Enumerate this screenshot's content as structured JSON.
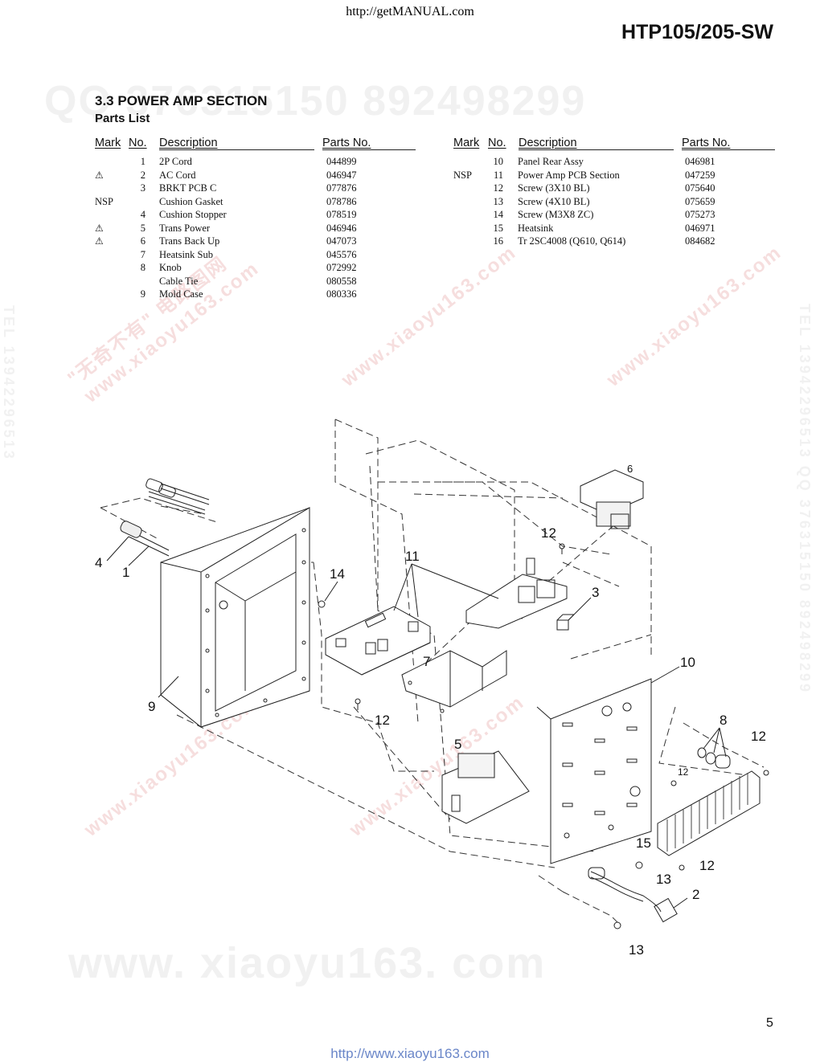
{
  "header": {
    "top_link": "http://getMANUAL.com",
    "model": "HTP105/205-SW"
  },
  "section": {
    "title": "3.3 POWER AMP SECTION",
    "subtitle": "Parts List"
  },
  "table_headers": {
    "mark": "Mark",
    "no": "No.",
    "description": "Description",
    "parts_no": "Parts No."
  },
  "parts_left": [
    {
      "mark": "",
      "no": "1",
      "description": "2P Cord",
      "parts_no": "044899"
    },
    {
      "mark": "⚠",
      "no": "2",
      "description": "AC Cord",
      "parts_no": "046947"
    },
    {
      "mark": "",
      "no": "3",
      "description": "BRKT PCB C",
      "parts_no": "077876"
    },
    {
      "mark": "NSP",
      "no": "",
      "description": "Cushion Gasket",
      "parts_no": "078786"
    },
    {
      "mark": "",
      "no": "4",
      "description": "Cushion Stopper",
      "parts_no": "078519"
    },
    {
      "mark": "⚠",
      "no": "5",
      "description": "Trans Power",
      "parts_no": "046946"
    },
    {
      "mark": "⚠",
      "no": "6",
      "description": "Trans Back Up",
      "parts_no": "047073"
    },
    {
      "mark": "",
      "no": "7",
      "description": "Heatsink Sub",
      "parts_no": "045576"
    },
    {
      "mark": "",
      "no": "8",
      "description": "Knob",
      "parts_no": "072992"
    },
    {
      "mark": "",
      "no": "",
      "description": "Cable Tie",
      "parts_no": "080558"
    },
    {
      "mark": "",
      "no": "9",
      "description": "Mold Case",
      "parts_no": "080336"
    }
  ],
  "parts_right": [
    {
      "mark": "",
      "no": "10",
      "description": "Panel Rear Assy",
      "parts_no": "046981"
    },
    {
      "mark": "NSP",
      "no": "11",
      "description": "Power Amp PCB Section",
      "parts_no": "047259"
    },
    {
      "mark": "",
      "no": "12",
      "description": "Screw (3X10 BL)",
      "parts_no": "075640"
    },
    {
      "mark": "",
      "no": "13",
      "description": "Screw (4X10 BL)",
      "parts_no": "075659"
    },
    {
      "mark": "",
      "no": "14",
      "description": "Screw (M3X8 ZC)",
      "parts_no": "075273"
    },
    {
      "mark": "",
      "no": "15",
      "description": "Heatsink",
      "parts_no": "046971"
    },
    {
      "mark": "",
      "no": "16",
      "description": "Tr 2SC4008 (Q610, Q614)",
      "parts_no": "084682"
    }
  ],
  "callouts": {
    "c1": "1",
    "c2": "2",
    "c3": "3",
    "c4": "4",
    "c5": "5",
    "c6": "6",
    "c7": "7",
    "c8": "8",
    "c9": "9",
    "c10": "10",
    "c11": "11",
    "c12a": "12",
    "c12b": "12",
    "c12c": "12",
    "c12d": "12",
    "c12e": "12",
    "c13a": "13",
    "c13b": "13",
    "c14": "14",
    "c15": "15"
  },
  "watermarks": {
    "qq_top": "QQ 376315150   892498299",
    "bottom": "www. xiaoyu163. com",
    "right_side": "TEL 13942296513  QQ 376315150  892498299",
    "left_side": "TEL 13942296513",
    "diag1": "\"无奇不有\" 电路图网",
    "diag2": "www.xiaoyu163.com"
  },
  "footer": {
    "page_number": "5",
    "bottom_link": "http://www.xiaoyu163.com"
  }
}
